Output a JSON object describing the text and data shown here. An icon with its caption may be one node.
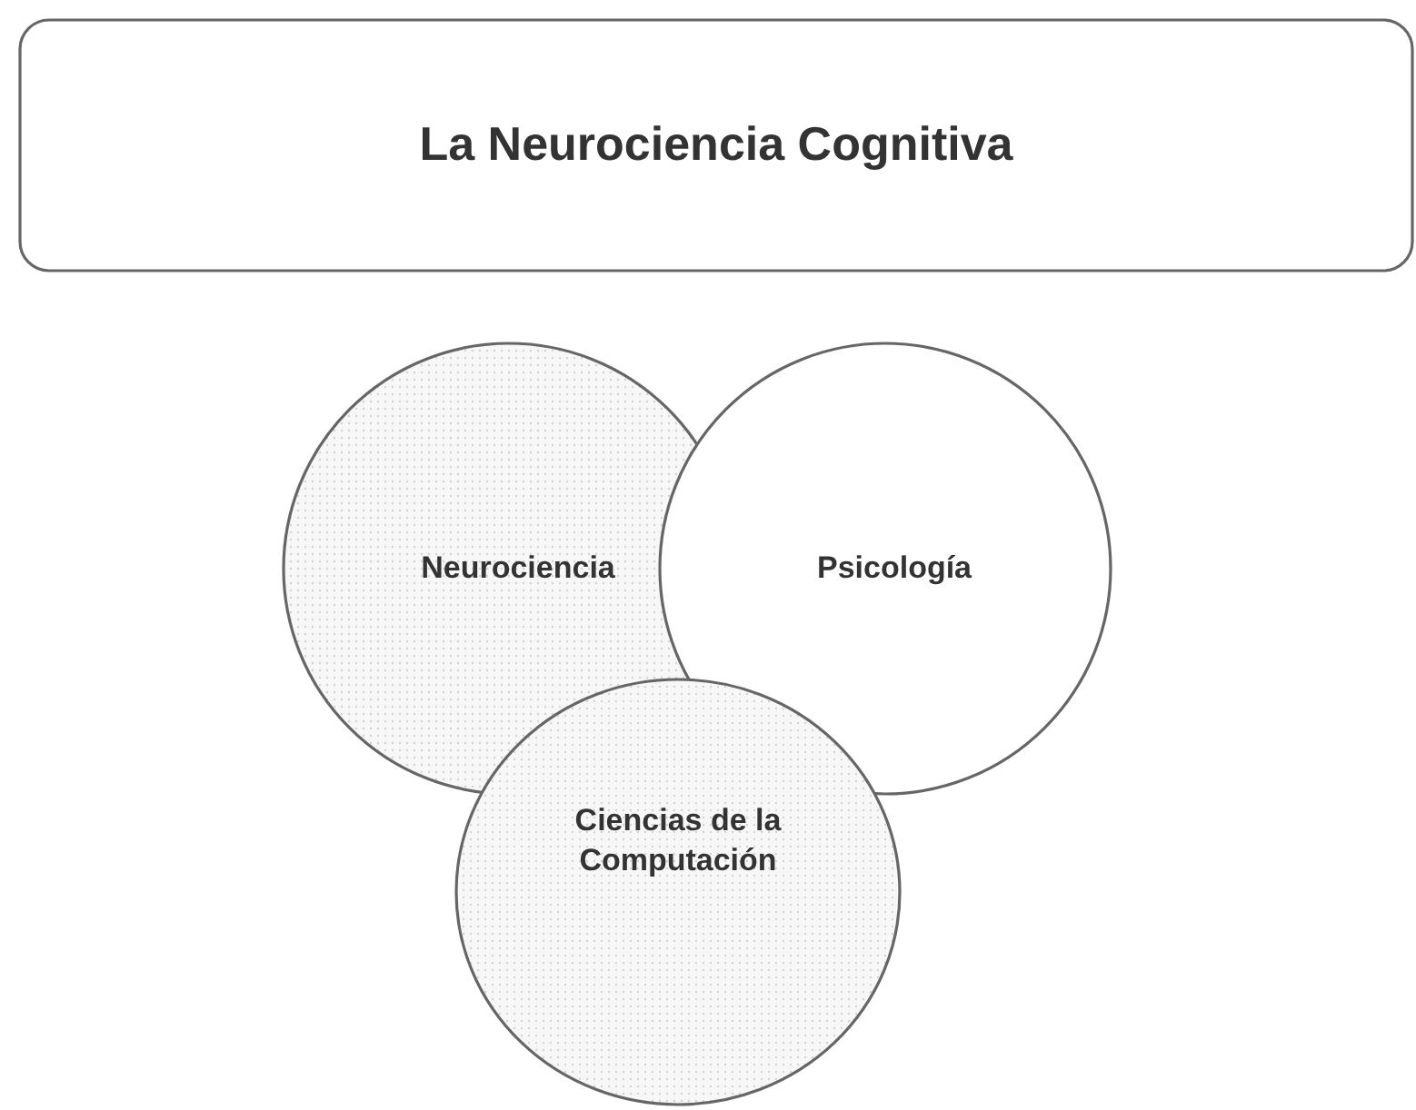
{
  "diagram": {
    "nodes": [
      {
        "text": [
          "La Neurociencia Cognitiva"
        ]
      },
      {
        "text": [
          "Neurociencia"
        ]
      },
      {
        "text": [
          "Psicología"
        ]
      },
      {
        "text": [
          "Ciencias de la Computación"
        ]
      }
    ]
  }
}
